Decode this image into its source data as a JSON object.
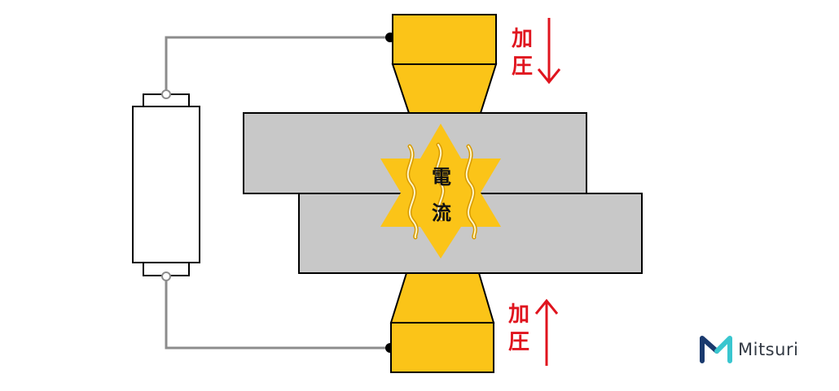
{
  "diagram": {
    "center_label": [
      "電",
      "流"
    ],
    "pressure_top": [
      "加",
      "圧"
    ],
    "pressure_bottom": [
      "加",
      "圧"
    ]
  },
  "brand": {
    "name": "Mitsuri"
  },
  "colors": {
    "electrode": "#fbc418",
    "plate": "#c8c8c8",
    "arrow": "#e0141e",
    "spark": "#fbc418",
    "wire": "#8c8c8c",
    "logo_blue": "#1a3a6e",
    "logo_teal": "#39c6cf"
  }
}
